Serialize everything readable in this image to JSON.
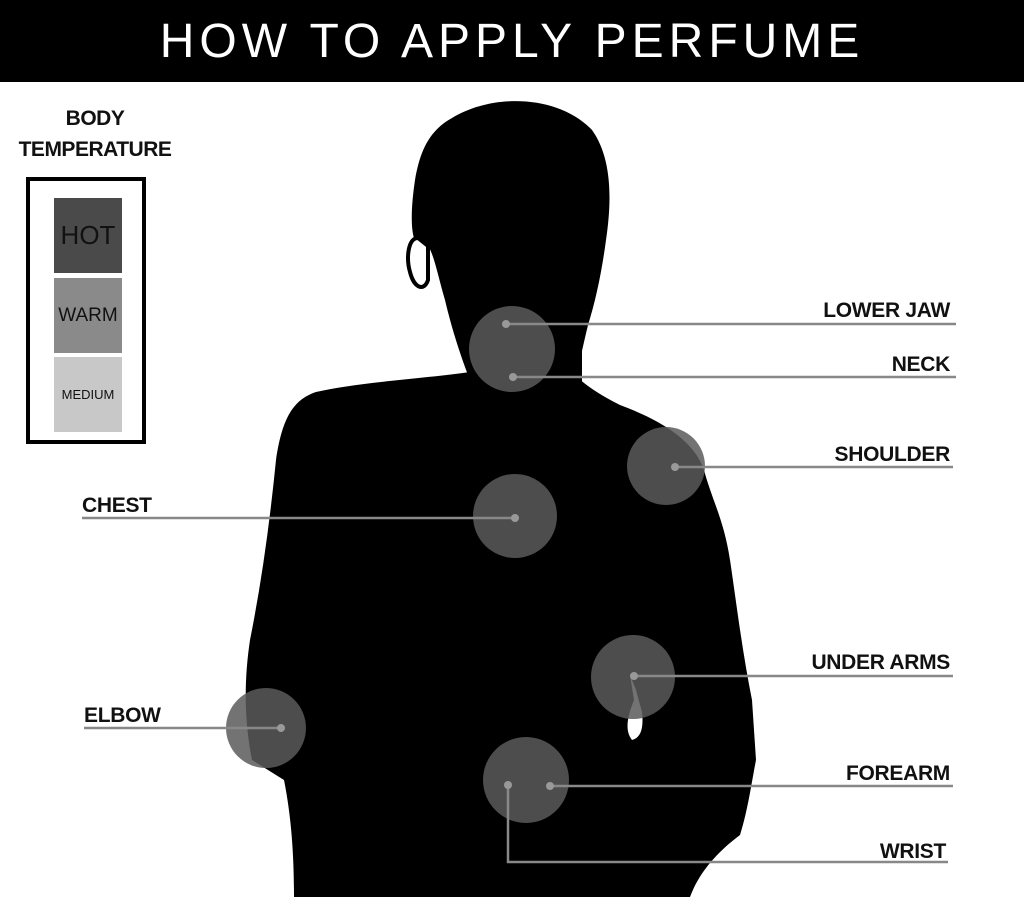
{
  "title": "HOW TO APPLY PERFUME",
  "legend": {
    "title_line1": "BODY",
    "title_line2": "TEMPERATURE",
    "levels": [
      {
        "label": "HOT",
        "color": "#4a4a4a"
      },
      {
        "label": "WARM",
        "color": "#8a8a8a"
      },
      {
        "label": "MEDIUM",
        "color": "#c8c8c8"
      }
    ]
  },
  "points": {
    "lower_jaw": "LOWER JAW",
    "neck": "NECK",
    "shoulder": "SHOULDER",
    "chest": "CHEST",
    "under_arms": "UNDER ARMS",
    "elbow": "ELBOW",
    "forearm": "FOREARM",
    "wrist": "WRIST"
  },
  "colors": {
    "silhouette": "#000000",
    "spot": "#5a5a5a",
    "leader_line": "#888888"
  }
}
